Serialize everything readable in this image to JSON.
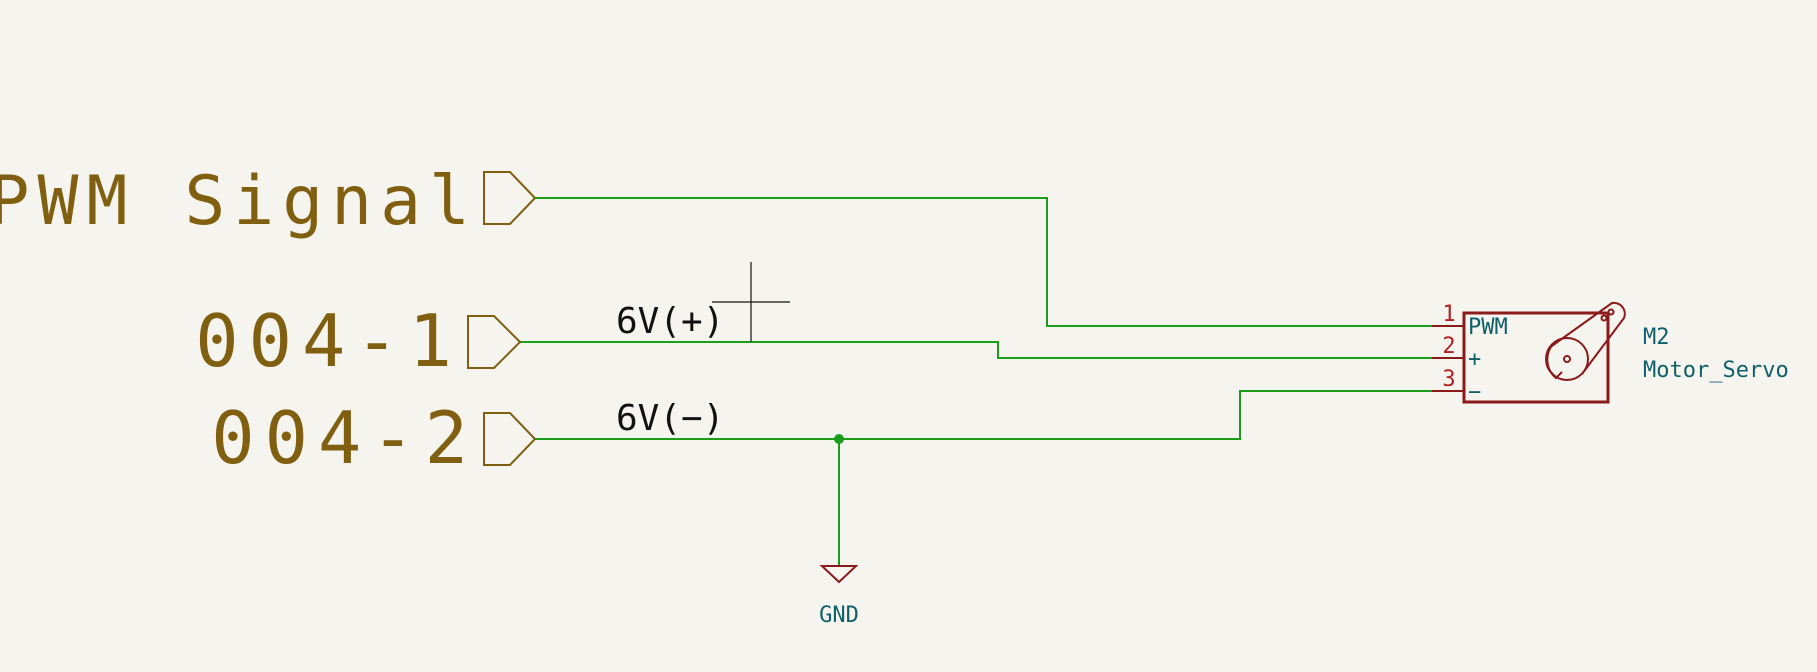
{
  "colors": {
    "background": "#f5f4ef",
    "wire": "#1a9e1a",
    "label": "#806010",
    "symbol": "#8b1a1a",
    "pin_number": "#b02020",
    "reference": "#10606a",
    "net_text": "#111111"
  },
  "global_labels": {
    "pwm": "PWM Signal",
    "net1": "004-1",
    "net2": "004-2"
  },
  "net_labels": {
    "positive": "6V(+)",
    "negative": "6V(−)"
  },
  "power": {
    "gnd": "GND"
  },
  "component": {
    "reference": "M2",
    "value": "Motor_Servo",
    "pins": [
      {
        "number": "1",
        "name": "PWM"
      },
      {
        "number": "2",
        "name": "+"
      },
      {
        "number": "3",
        "name": "−"
      }
    ]
  },
  "icons": {
    "servo": "servo-motor-icon",
    "gnd": "ground-icon",
    "junction": "junction-dot-icon",
    "cursor": "crosshair-cursor-icon"
  }
}
